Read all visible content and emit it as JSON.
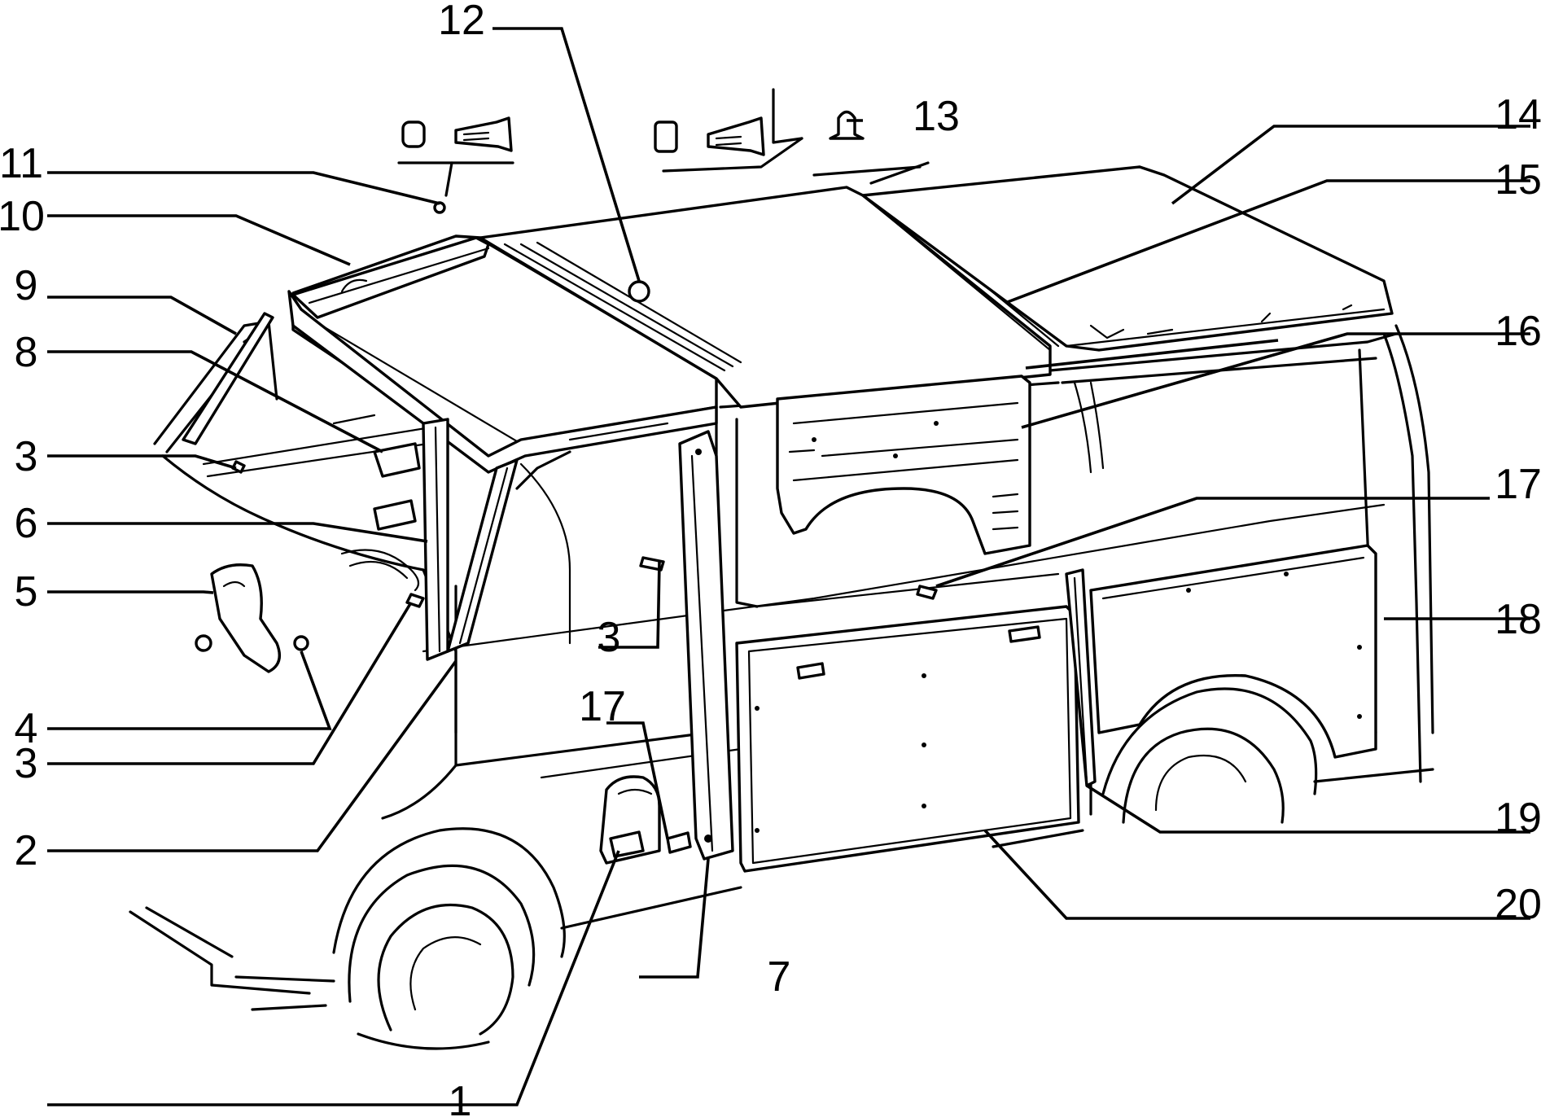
{
  "callouts": [
    {
      "id": "1",
      "label": "1"
    },
    {
      "id": "2",
      "label": "2"
    },
    {
      "id": "3a",
      "label": "3"
    },
    {
      "id": "3b",
      "label": "3"
    },
    {
      "id": "3c",
      "label": "3"
    },
    {
      "id": "4",
      "label": "4"
    },
    {
      "id": "5",
      "label": "5"
    },
    {
      "id": "6",
      "label": "6"
    },
    {
      "id": "7",
      "label": "7"
    },
    {
      "id": "8",
      "label": "8"
    },
    {
      "id": "9",
      "label": "9"
    },
    {
      "id": "10",
      "label": "10"
    },
    {
      "id": "11",
      "label": "11"
    },
    {
      "id": "12",
      "label": "12"
    },
    {
      "id": "13",
      "label": "13"
    },
    {
      "id": "14",
      "label": "14"
    },
    {
      "id": "15",
      "label": "15"
    },
    {
      "id": "16",
      "label": "16"
    },
    {
      "id": "17a",
      "label": "17"
    },
    {
      "id": "17b",
      "label": "17"
    },
    {
      "id": "18",
      "label": "18"
    },
    {
      "id": "19",
      "label": "19"
    },
    {
      "id": "20",
      "label": "20"
    }
  ]
}
